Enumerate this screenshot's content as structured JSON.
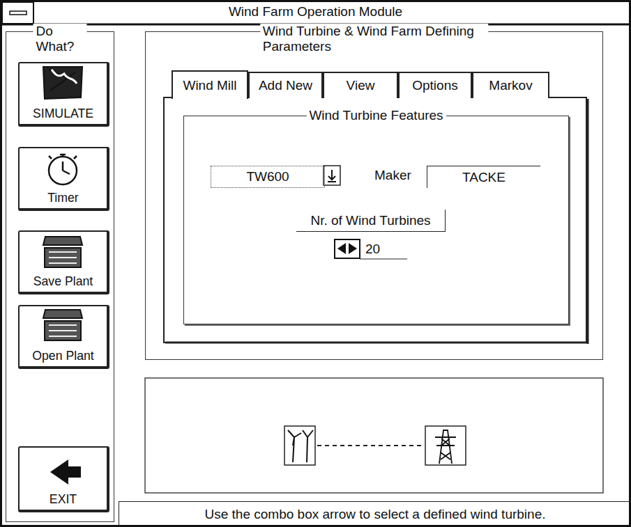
{
  "diagram": {
    "title": "Wind Farm Operation Module",
    "nodes": [
      {
        "text": [
          "Do What?"
        ]
      },
      {
        "text": [
          "SIMULATE"
        ],
        "in": 0
      },
      {
        "text": [
          "Timer"
        ],
        "in": 0
      },
      {
        "text": [
          "Save Plant"
        ],
        "in": 0
      },
      {
        "text": [
          "Open Plant"
        ],
        "in": 0
      },
      {
        "text": [
          "EXIT"
        ],
        "in": 0
      },
      {
        "text": [
          "Wind Turbine & Wind Farm Defining Parameters"
        ]
      },
      {
        "text": [
          "Wind Mill"
        ],
        "in": 6
      },
      {
        "text": [
          "Add New"
        ],
        "in": 6
      },
      {
        "text": [
          "View"
        ],
        "in": 6
      },
      {
        "text": [
          "Options"
        ],
        "in": 6
      },
      {
        "text": [
          "Markov"
        ],
        "in": 6
      },
      {
        "text": [
          "Wind Turbine Features"
        ],
        "in": 6
      },
      {
        "text": [
          "TW600"
        ],
        "in": 12
      },
      {
        "text": [
          "Maker",
          "TACKE"
        ],
        "in": 12
      },
      {
        "text": [
          "Nr. of Wind Turbines"
        ],
        "in": 12
      },
      {
        "text": [
          "20"
        ],
        "in": 12
      },
      {
        "text": [
          "Use the combo box arrow to select a defined wind turbine."
        ]
      }
    ]
  }
}
